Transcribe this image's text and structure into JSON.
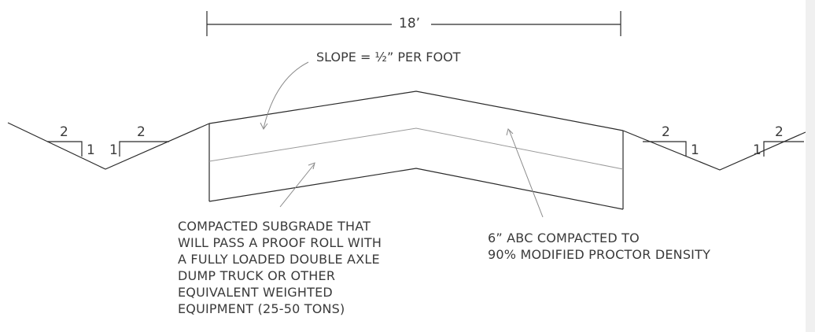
{
  "dimension": {
    "label": "18’"
  },
  "slope_label": "SLOPE = ½” PER FOOT",
  "ratios": {
    "left_outer": {
      "run": "2",
      "rise": "1"
    },
    "left_inner": {
      "run": "2",
      "rise": "1"
    },
    "right_inner": {
      "run": "2",
      "rise": "1"
    },
    "right_outer": {
      "run": "2",
      "rise": "1"
    }
  },
  "subgrade_note": {
    "lines": [
      "COMPACTED SUBGRADE THAT",
      "WILL PASS A PROOF ROLL WITH",
      "A FULLY LOADED DOUBLE AXLE",
      "DUMP TRUCK OR OTHER",
      "EQUIVALENT WEIGHTED",
      "EQUIPMENT (25-50 TONS)"
    ]
  },
  "abc_note": {
    "lines": [
      "6” ABC COMPACTED TO",
      "90% MODIFIED PROCTOR DENSITY"
    ]
  },
  "colors": {
    "line": "#2a2a2a",
    "thin_line": "#9a9a9a",
    "text": "#3a3a3a",
    "strip": "#f0f0f0"
  }
}
